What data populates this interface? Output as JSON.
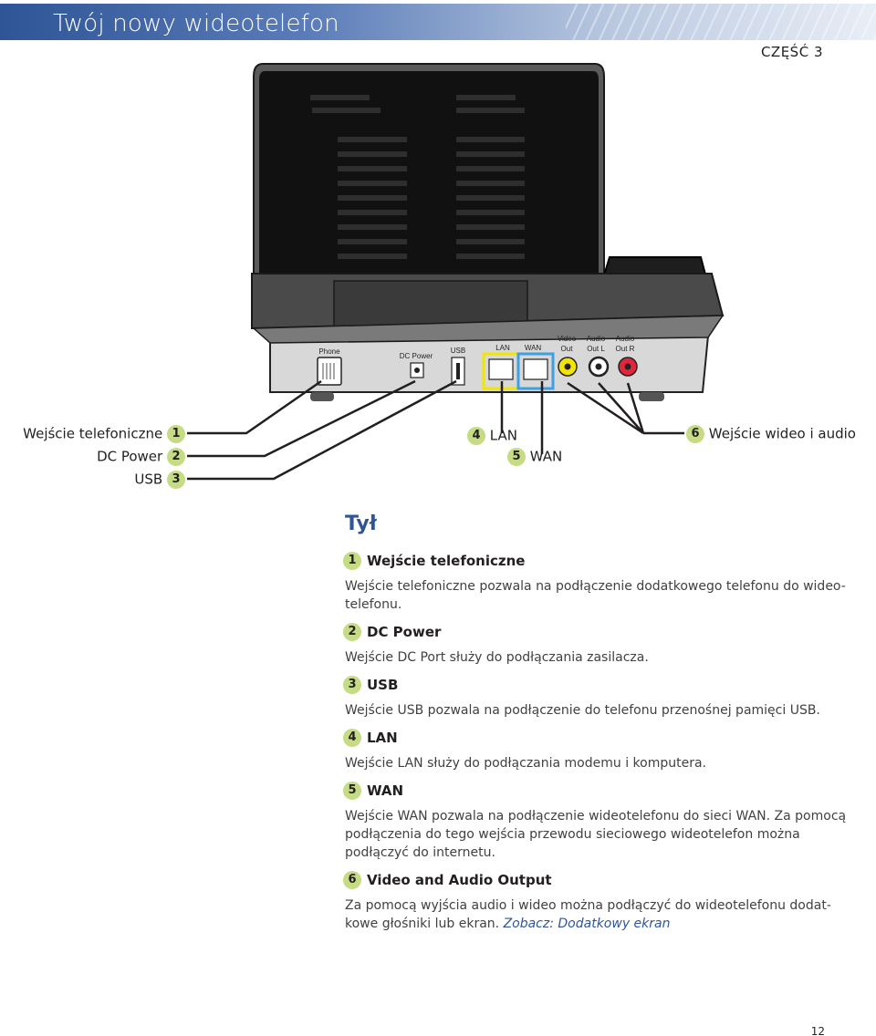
{
  "header": {
    "title": "Twój nowy wideotelefon",
    "section": "CZĘŚĆ 3"
  },
  "device": {
    "ports": {
      "phone": "Phone",
      "dc_power": "DC Power",
      "usb": "USB",
      "lan": "LAN",
      "wan": "WAN",
      "video_out_1": "Video",
      "video_out_2": "Out",
      "audio_l_1": "Audio",
      "audio_l_2": "Out L",
      "audio_r_1": "Audio",
      "audio_r_2": "Out R"
    },
    "callouts": [
      {
        "num": "1",
        "label": "Wejście telefoniczne"
      },
      {
        "num": "2",
        "label": "DC Power"
      },
      {
        "num": "3",
        "label": "USB"
      },
      {
        "num": "4",
        "label": "LAN"
      },
      {
        "num": "5",
        "label": "WAN"
      },
      {
        "num": "6",
        "label": "Wejście wideo i audio"
      }
    ]
  },
  "content": {
    "title": "Tył",
    "items": [
      {
        "num": "1",
        "heading": "Wejście telefoniczne",
        "body": "Wejście telefoniczne pozwala na podłączenie dodatkowego telefonu do wideo-telefonu."
      },
      {
        "num": "2",
        "heading": "DC Power",
        "body": "Wejście DC Port służy do podłączania zasilacza."
      },
      {
        "num": "3",
        "heading": "USB",
        "body": "Wejście USB pozwala na podłączenie do telefonu przenośnej pamięci USB."
      },
      {
        "num": "4",
        "heading": "LAN",
        "body": "Wejście LAN służy do podłączania modemu i komputera."
      },
      {
        "num": "5",
        "heading": "WAN",
        "body": "Wejście WAN pozwala na podłączenie wideotelefonu do sieci WAN. Za pomocą podłączenia do tego wejścia przewodu sieciowego wideotelefon można podłączyć do internetu."
      },
      {
        "num": "6",
        "heading": "Video and Audio Output",
        "body": "Za pomocą wyjścia audio i wideo można podłączyć do wideotelefonu dodat-kowe głośniki lub ekran.",
        "link": "Zobacz: Dodatkowy ekran"
      }
    ]
  },
  "page_number": "12",
  "colors": {
    "accent": "#2f5597",
    "badge": "#c5dc84",
    "lan": "#f2e600",
    "wan": "#3f9fe0"
  }
}
